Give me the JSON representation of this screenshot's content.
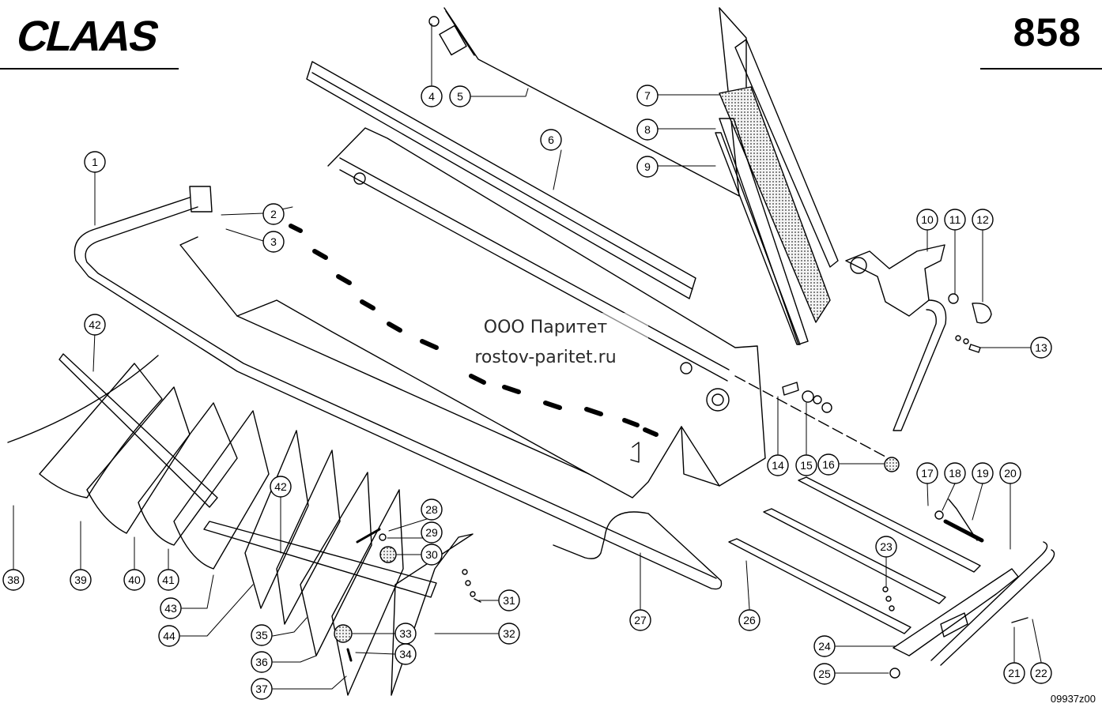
{
  "header": {
    "brand": "CLAAS",
    "page_number": "858"
  },
  "watermark": {
    "company": "ООО Паритет",
    "website": "rostov-paritet.ru"
  },
  "footer": {
    "drawing_code": "09937z00"
  },
  "callouts": [
    "1",
    "2",
    "3",
    "4",
    "5",
    "6",
    "7",
    "8",
    "9",
    "10",
    "11",
    "12",
    "13",
    "14",
    "15",
    "16",
    "17",
    "18",
    "19",
    "20",
    "21",
    "22",
    "23",
    "24",
    "25",
    "26",
    "27",
    "28",
    "29",
    "30",
    "31",
    "32",
    "33",
    "34",
    "35",
    "36",
    "37",
    "38",
    "39",
    "40",
    "41",
    "42",
    "43",
    "44"
  ]
}
